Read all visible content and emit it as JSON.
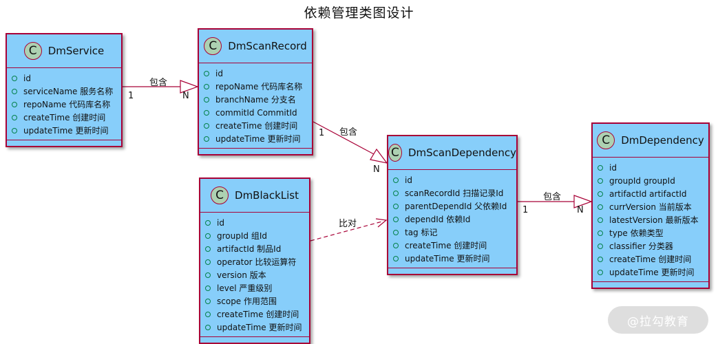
{
  "title": "依赖管理类图设计",
  "classes": {
    "dm_service": {
      "name": "DmService",
      "attrs": [
        "id",
        "serviceName 服务名称",
        "repoName 代码库名称",
        "createTime 创建时间",
        "updateTime 更新时间"
      ]
    },
    "dm_scan_record": {
      "name": "DmScanRecord",
      "attrs": [
        "id",
        "repoName 代码库名称",
        "branchName 分支名",
        "commitId CommitId",
        "createTime 创建时间",
        "updateTime 更新时间"
      ]
    },
    "dm_scan_dependency": {
      "name": "DmScanDependency",
      "attrs": [
        "id",
        "scanRecordId 扫描记录Id",
        "parentDependId 父依赖Id",
        "dependId 依赖Id",
        "tag  标记",
        "createTime 创建时间",
        "updateTime 更新时间"
      ]
    },
    "dm_dependency": {
      "name": "DmDependency",
      "attrs": [
        "id",
        "groupId groupId",
        "artifactId artifactId",
        "currVersion 当前版本",
        "latestVersion 最新版本",
        "type 依赖类型",
        "classifier  分类器",
        "createTime 创建时间",
        "updateTime 更新时间"
      ]
    },
    "dm_black_list": {
      "name": "DmBlackList",
      "attrs": [
        "id",
        "groupId 组Id",
        "artifactId 制品Id",
        "operator 比较运算符",
        "version 版本",
        "level 严重级别",
        "scope  作用范围",
        "createTime 创建时间",
        "updateTime 更新时间"
      ]
    }
  },
  "relations": {
    "service_record": {
      "label": "包含",
      "from_mult": "1",
      "to_mult": "N"
    },
    "record_scandep": {
      "label": "包含",
      "from_mult": "1",
      "to_mult": "N"
    },
    "scandep_dep": {
      "label": "包含",
      "from_mult": "1",
      "to_mult": "N"
    },
    "blacklist_scandep": {
      "label": "比对"
    }
  },
  "class_badge_letter": "C",
  "watermark": "@拉勾教育",
  "colors": {
    "class_fill": "#87cefa",
    "class_border": "#a80036",
    "badge_fill": "#add1b2",
    "visibility_icon": "#038048",
    "line": "#a80036"
  }
}
